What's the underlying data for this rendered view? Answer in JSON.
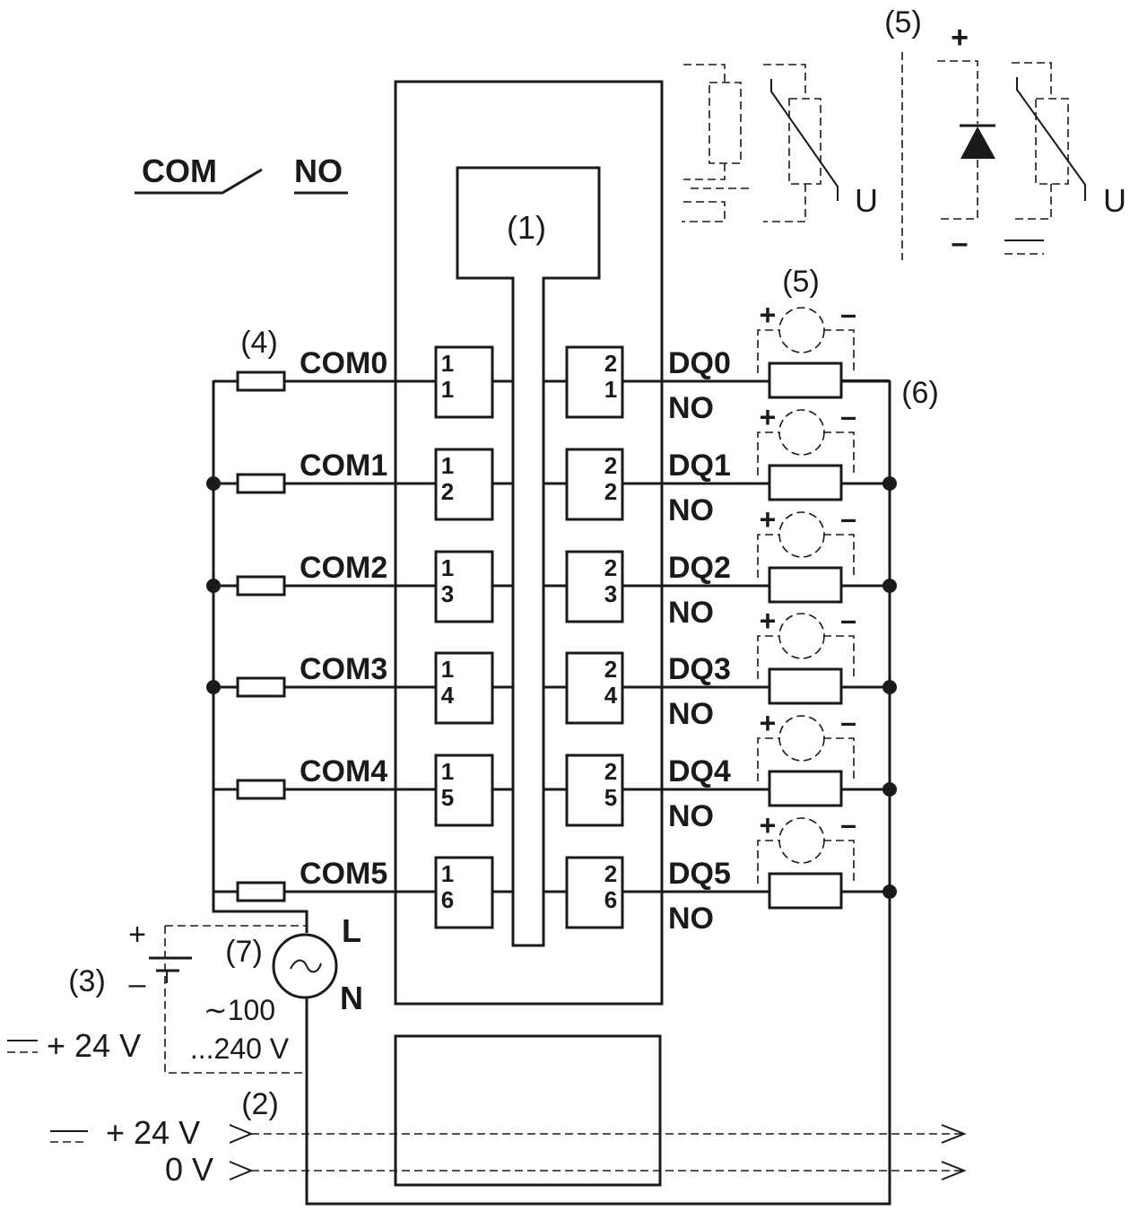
{
  "labels": {
    "cpu": "(1)",
    "power_ref": "(2)",
    "battery_ref": "(3)",
    "fuse_ref": "(4)",
    "protection_ref": "(5)",
    "protection_ref_top": "(5)",
    "load_ref": "(6)",
    "ac_ref": "(7)"
  },
  "legend": {
    "com": "COM",
    "no": "NO",
    "u_left": "U",
    "u_right": "U",
    "plus": "+",
    "minus": "–"
  },
  "channels": [
    {
      "com": "COM0",
      "dq": "DQ0",
      "no": "NO",
      "left_top": "1",
      "left_bot": "1",
      "right_top": "2",
      "right_bot": "1",
      "plus": "+",
      "minus": "–"
    },
    {
      "com": "COM1",
      "dq": "DQ1",
      "no": "NO",
      "left_top": "1",
      "left_bot": "2",
      "right_top": "2",
      "right_bot": "2",
      "plus": "+",
      "minus": "–"
    },
    {
      "com": "COM2",
      "dq": "DQ2",
      "no": "NO",
      "left_top": "1",
      "left_bot": "3",
      "right_top": "2",
      "right_bot": "3",
      "plus": "+",
      "minus": "–"
    },
    {
      "com": "COM3",
      "dq": "DQ3",
      "no": "NO",
      "left_top": "1",
      "left_bot": "4",
      "right_top": "2",
      "right_bot": "4",
      "plus": "+",
      "minus": "–"
    },
    {
      "com": "COM4",
      "dq": "DQ4",
      "no": "NO",
      "left_top": "1",
      "left_bot": "5",
      "right_top": "2",
      "right_bot": "5",
      "plus": "+",
      "minus": "–"
    },
    {
      "com": "COM5",
      "dq": "DQ5",
      "no": "NO",
      "left_top": "1",
      "left_bot": "6",
      "right_top": "2",
      "right_bot": "6",
      "plus": "+",
      "minus": "–"
    }
  ],
  "supply": {
    "L": "L",
    "N": "N",
    "ac_range_1": "∼100",
    "ac_range_2": "...240 V",
    "battery_plus": "+",
    "battery_minus": "–",
    "dc_left": "+ 24 V",
    "dc_24": "+ 24 V",
    "zero": "0 V"
  }
}
